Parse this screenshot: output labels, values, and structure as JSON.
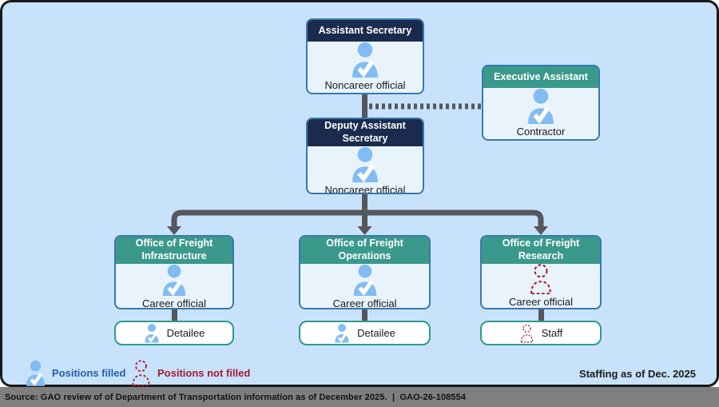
{
  "figure": {
    "staffing_note": "Staffing as of Dec. 2025"
  },
  "nodes": {
    "assistant_secretary": {
      "title": "Assistant Secretary",
      "role": "Noncareer official"
    },
    "executive_assistant": {
      "title": "Executive Assistant",
      "role": "Contractor"
    },
    "deputy_assistant_secretary": {
      "title": "Deputy Assistant Secretary",
      "role": "Noncareer official"
    },
    "offices": [
      {
        "title": "Office of Freight Infrastructure",
        "role": "Career official",
        "staff_label": "Detailee",
        "position_filled": true
      },
      {
        "title": "Office of Freight Operations",
        "role": "Career official",
        "staff_label": "Detailee",
        "position_filled": true
      },
      {
        "title": "Office of Freight Research",
        "role": "Career official",
        "staff_label": "Staff",
        "position_filled": false
      }
    ]
  },
  "legend": {
    "filled": "Positions filled",
    "not_filled": "Positions not filled"
  },
  "footer": {
    "source": "Source: GAO review of of Department of Transportation information as of December 2025.  |  GAO-26-108554"
  },
  "colors": {
    "navy_header": "#1b2b4d",
    "teal_header": "#3a998b",
    "box_body": "#e9f3fc",
    "person_blue": "#82bcf2",
    "not_filled_red": "#a51c30",
    "legend_blue": "#1f5fa8",
    "connector_gray": "#54585c",
    "canvas_blue": "#c9e2fc",
    "footer_bar_gray": "#7f7f7f"
  }
}
